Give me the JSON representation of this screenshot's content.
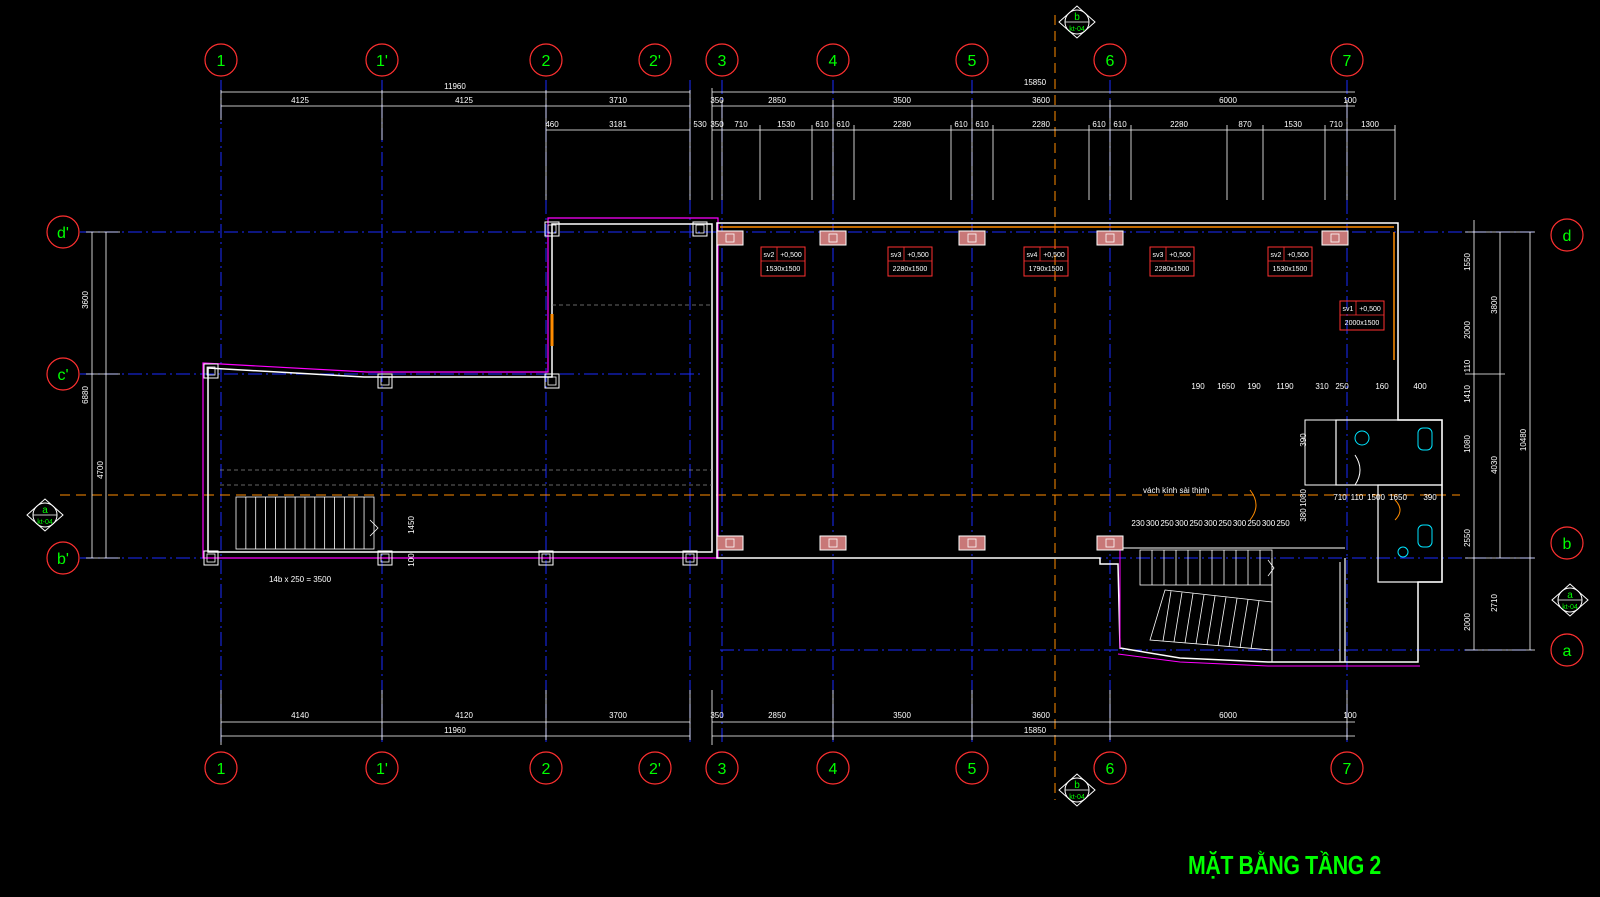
{
  "drawing": {
    "title": "MẶT BẰNG TẦNG 2",
    "colors": {
      "background": "#000000",
      "axis": "#1a2cff",
      "bubble": "#ff3030",
      "bubble_text": "#00ff00",
      "dim_line": "#ffffff",
      "dim_text": "#ffffff",
      "wall": "#ffffff",
      "wall_outline": "#ff00ff",
      "column": "#c87878",
      "section": "#ff8c00"
    }
  },
  "grid_labels": {
    "top": [
      "1",
      "1'",
      "2",
      "2'",
      "3",
      "4",
      "5",
      "6",
      "7"
    ],
    "bottom": [
      "1",
      "1'",
      "2",
      "2'",
      "3",
      "4",
      "5",
      "6",
      "7"
    ],
    "left": [
      "d'",
      "c'",
      "b'"
    ],
    "right": [
      "d",
      "b",
      "a"
    ]
  },
  "dimensions": {
    "top_left_total": "11960",
    "top_left_spans": [
      "4125",
      "4125",
      "3710"
    ],
    "top_left_sub": [
      "460",
      "3181",
      "530"
    ],
    "top_right_total": "15850",
    "top_right_spans": [
      "350",
      "2850",
      "3500",
      "3600",
      "6000",
      "100"
    ],
    "top_right_details": [
      "350",
      "710",
      "1530",
      "610",
      "610",
      "2280",
      "610",
      "610",
      "2280",
      "610",
      "610",
      "2280",
      "870",
      "1530",
      "710",
      "1300"
    ],
    "bottom_left_spans": [
      "4140",
      "4120",
      "3700"
    ],
    "bottom_left_total": "11960",
    "bottom_right_spans": [
      "350",
      "2850",
      "3500",
      "3600",
      "6000",
      "100"
    ],
    "bottom_right_total": "15850",
    "left_vertical": [
      "3600",
      "6880",
      "4700",
      "1450",
      "100"
    ],
    "right_vertical": [
      "1550",
      "2000",
      "110",
      "1410",
      "1080",
      "2550",
      "2000",
      "3800",
      "4030",
      "10480",
      "2710"
    ],
    "stair_note": "14b x 250 = 3500",
    "misc": [
      "190",
      "1650",
      "190",
      "1190",
      "310",
      "250",
      "160",
      "400",
      "710",
      "110",
      "1500",
      "1650",
      "390",
      "1080",
      "380"
    ],
    "stair_row": [
      "230",
      "300",
      "250",
      "300",
      "250",
      "300",
      "250",
      "300",
      "250",
      "300",
      "250"
    ]
  },
  "windows": [
    {
      "code": "sv2",
      "level": "+0,500",
      "size": "1530x1500"
    },
    {
      "code": "sv3",
      "level": "+0,500",
      "size": "2280x1500"
    },
    {
      "code": "sv4",
      "level": "+0,500",
      "size": "1790x1500"
    },
    {
      "code": "sv3",
      "level": "+0,500",
      "size": "2280x1500"
    },
    {
      "code": "sv2",
      "level": "+0,500",
      "size": "1530x1500"
    },
    {
      "code": "sv1",
      "level": "+0,500",
      "size": "2000x1500"
    }
  ],
  "section_marks": [
    {
      "letter": "b",
      "sheet": "kt-04"
    },
    {
      "letter": "b",
      "sheet": "kt-04"
    },
    {
      "letter": "a",
      "sheet": "kt-04"
    },
    {
      "letter": "a",
      "sheet": "kt-04"
    }
  ],
  "notes": {
    "partition": "vách kính sài thịnh"
  }
}
